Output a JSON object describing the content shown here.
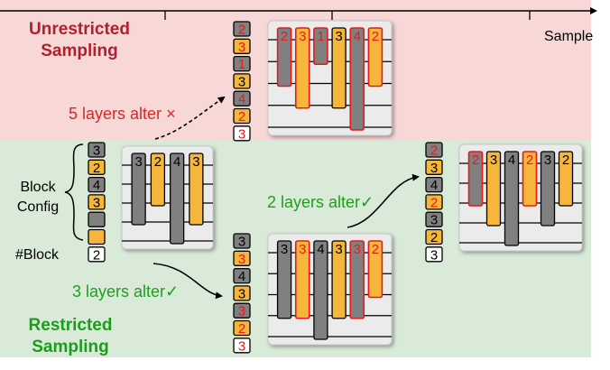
{
  "sample_label": "Sample",
  "unrestricted": {
    "title_line1": "Unrestricted",
    "title_line2": "Sampling",
    "alter_text": "5 layers alter",
    "alter_mark": "×",
    "column": [
      {
        "v": "2",
        "fill": "gray",
        "changed": true
      },
      {
        "v": "3",
        "fill": "orange",
        "changed": true
      },
      {
        "v": "1",
        "fill": "gray",
        "changed": true
      },
      {
        "v": "3",
        "fill": "orange",
        "changed": false
      },
      {
        "v": "4",
        "fill": "gray",
        "changed": true
      },
      {
        "v": "2",
        "fill": "orange",
        "changed": true
      },
      {
        "v": "3",
        "fill": "white",
        "changed": true
      }
    ],
    "net": [
      {
        "v": "2",
        "fill": "gray",
        "changed": true,
        "span": 2
      },
      {
        "v": "3",
        "fill": "orange",
        "changed": true,
        "span": 3
      },
      {
        "v": "1",
        "fill": "gray",
        "changed": true,
        "span": 1
      },
      {
        "v": "3",
        "fill": "orange",
        "changed": false,
        "span": 3
      },
      {
        "v": "4",
        "fill": "gray",
        "changed": true,
        "span": 4
      },
      {
        "v": "2",
        "fill": "orange",
        "changed": true,
        "span": 2
      }
    ]
  },
  "original": {
    "block_config_line1": "Block",
    "block_config_line2": "Config",
    "num_block_label": "#Block",
    "column": [
      {
        "v": "3",
        "fill": "gray"
      },
      {
        "v": "2",
        "fill": "orange"
      },
      {
        "v": "4",
        "fill": "gray"
      },
      {
        "v": "3",
        "fill": "orange"
      },
      {
        "v": "",
        "fill": "gray"
      },
      {
        "v": "",
        "fill": "orange"
      },
      {
        "v": "2",
        "fill": "white"
      }
    ],
    "net": [
      {
        "v": "3",
        "fill": "gray",
        "span": 3
      },
      {
        "v": "2",
        "fill": "orange",
        "span": 2
      },
      {
        "v": "4",
        "fill": "gray",
        "span": 4
      },
      {
        "v": "3",
        "fill": "orange",
        "span": 3
      }
    ]
  },
  "restricted": {
    "title_line1": "Restricted",
    "title_line2": "Sampling",
    "three_alter_text": "3 layers alter",
    "two_alter_text": "2 layers alter",
    "check_mark": "✓",
    "three_column": [
      {
        "v": "3",
        "fill": "gray",
        "changed": false
      },
      {
        "v": "3",
        "fill": "orange",
        "changed": true
      },
      {
        "v": "4",
        "fill": "gray",
        "changed": false
      },
      {
        "v": "3",
        "fill": "orange",
        "changed": false
      },
      {
        "v": "3",
        "fill": "gray",
        "changed": true
      },
      {
        "v": "2",
        "fill": "orange",
        "changed": true
      },
      {
        "v": "3",
        "fill": "white",
        "changed": true
      }
    ],
    "three_net": [
      {
        "v": "3",
        "fill": "gray",
        "changed": false,
        "span": 3
      },
      {
        "v": "3",
        "fill": "orange",
        "changed": true,
        "span": 3
      },
      {
        "v": "4",
        "fill": "gray",
        "changed": false,
        "span": 4
      },
      {
        "v": "3",
        "fill": "orange",
        "changed": false,
        "span": 3
      },
      {
        "v": "3",
        "fill": "gray",
        "changed": true,
        "span": 3
      },
      {
        "v": "2",
        "fill": "orange",
        "changed": true,
        "span": 2
      }
    ],
    "two_column": [
      {
        "v": "2",
        "fill": "gray",
        "changed": true
      },
      {
        "v": "3",
        "fill": "orange",
        "changed": false
      },
      {
        "v": "4",
        "fill": "gray",
        "changed": false
      },
      {
        "v": "2",
        "fill": "orange",
        "changed": true
      },
      {
        "v": "3",
        "fill": "gray",
        "changed": false
      },
      {
        "v": "2",
        "fill": "orange",
        "changed": false
      },
      {
        "v": "3",
        "fill": "white",
        "changed": false
      }
    ],
    "two_net": [
      {
        "v": "2",
        "fill": "gray",
        "changed": true,
        "span": 2
      },
      {
        "v": "3",
        "fill": "orange",
        "changed": false,
        "span": 3
      },
      {
        "v": "4",
        "fill": "gray",
        "changed": false,
        "span": 4
      },
      {
        "v": "2",
        "fill": "orange",
        "changed": true,
        "span": 2
      },
      {
        "v": "3",
        "fill": "gray",
        "changed": false,
        "span": 3
      },
      {
        "v": "2",
        "fill": "orange",
        "changed": false,
        "span": 2
      }
    ]
  },
  "colors": {
    "unrestricted_bg": "#f8d7d7",
    "restricted_bg": "#d9ead9",
    "gray": "#808080",
    "orange": "#f6b63c",
    "changed": "#e8191b",
    "title_red": "#b0202e",
    "title_green": "#1a9e1a",
    "red_text": "#d32b2b",
    "green_text": "#1f9e1f",
    "panel": "#ebebeb"
  }
}
